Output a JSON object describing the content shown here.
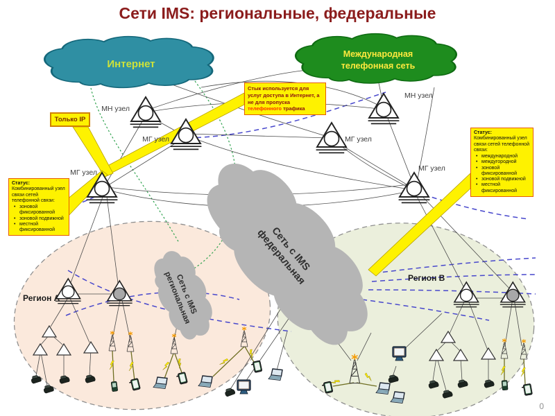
{
  "title": "Сети IMS: региональные, федеральные",
  "page_number": "0",
  "clouds": {
    "internet": {
      "label": "Интернет"
    },
    "international": {
      "line1": "Международная",
      "line2": "телефонная сеть"
    },
    "federal": {
      "line1": "Сеть с IMS",
      "line2": "федеральная"
    },
    "regional": {
      "line1": "Сеть с IMS",
      "line2": "региональная"
    }
  },
  "labels": {
    "mn_node": "МН узел",
    "mg_node": "МГ узел",
    "region_a": "Регион А",
    "region_b": "Регион В"
  },
  "callouts": {
    "only_ip": "Только IP",
    "junction_note": {
      "before": "Стык используется для услуг доступа в Интернет, а не для пропуска ",
      "highlight": "телефонного",
      "after": " трафика"
    },
    "status_left": {
      "heading": "Статус:",
      "intro": "Комбинированный узел связи сетей телефонной связи:",
      "items": [
        "зоновой фиксированной",
        "зоновой подвижной",
        "местной фиксированной"
      ]
    },
    "status_right": {
      "heading": "Статус:",
      "intro": "Комбинированный узел связи сетей телефонной связи:",
      "items": [
        "международной",
        "междугородной",
        "зоновой фиксированной",
        "зоновой подвижной",
        "местной фиксированной"
      ]
    }
  },
  "colors": {
    "title": "#8b1c1c",
    "internet_cloud": "#2f8fa3",
    "international_cloud": "#1e8c1e",
    "ims_cloud": "#b5b5b5",
    "region_a_fill": "#fbe9dc",
    "region_b_fill": "#ebefdc",
    "callout_yellow": "#fef200",
    "highlight_red": "#ff3300",
    "dashed_blue": "#4747cc",
    "dotted_green": "#2fa24e"
  }
}
